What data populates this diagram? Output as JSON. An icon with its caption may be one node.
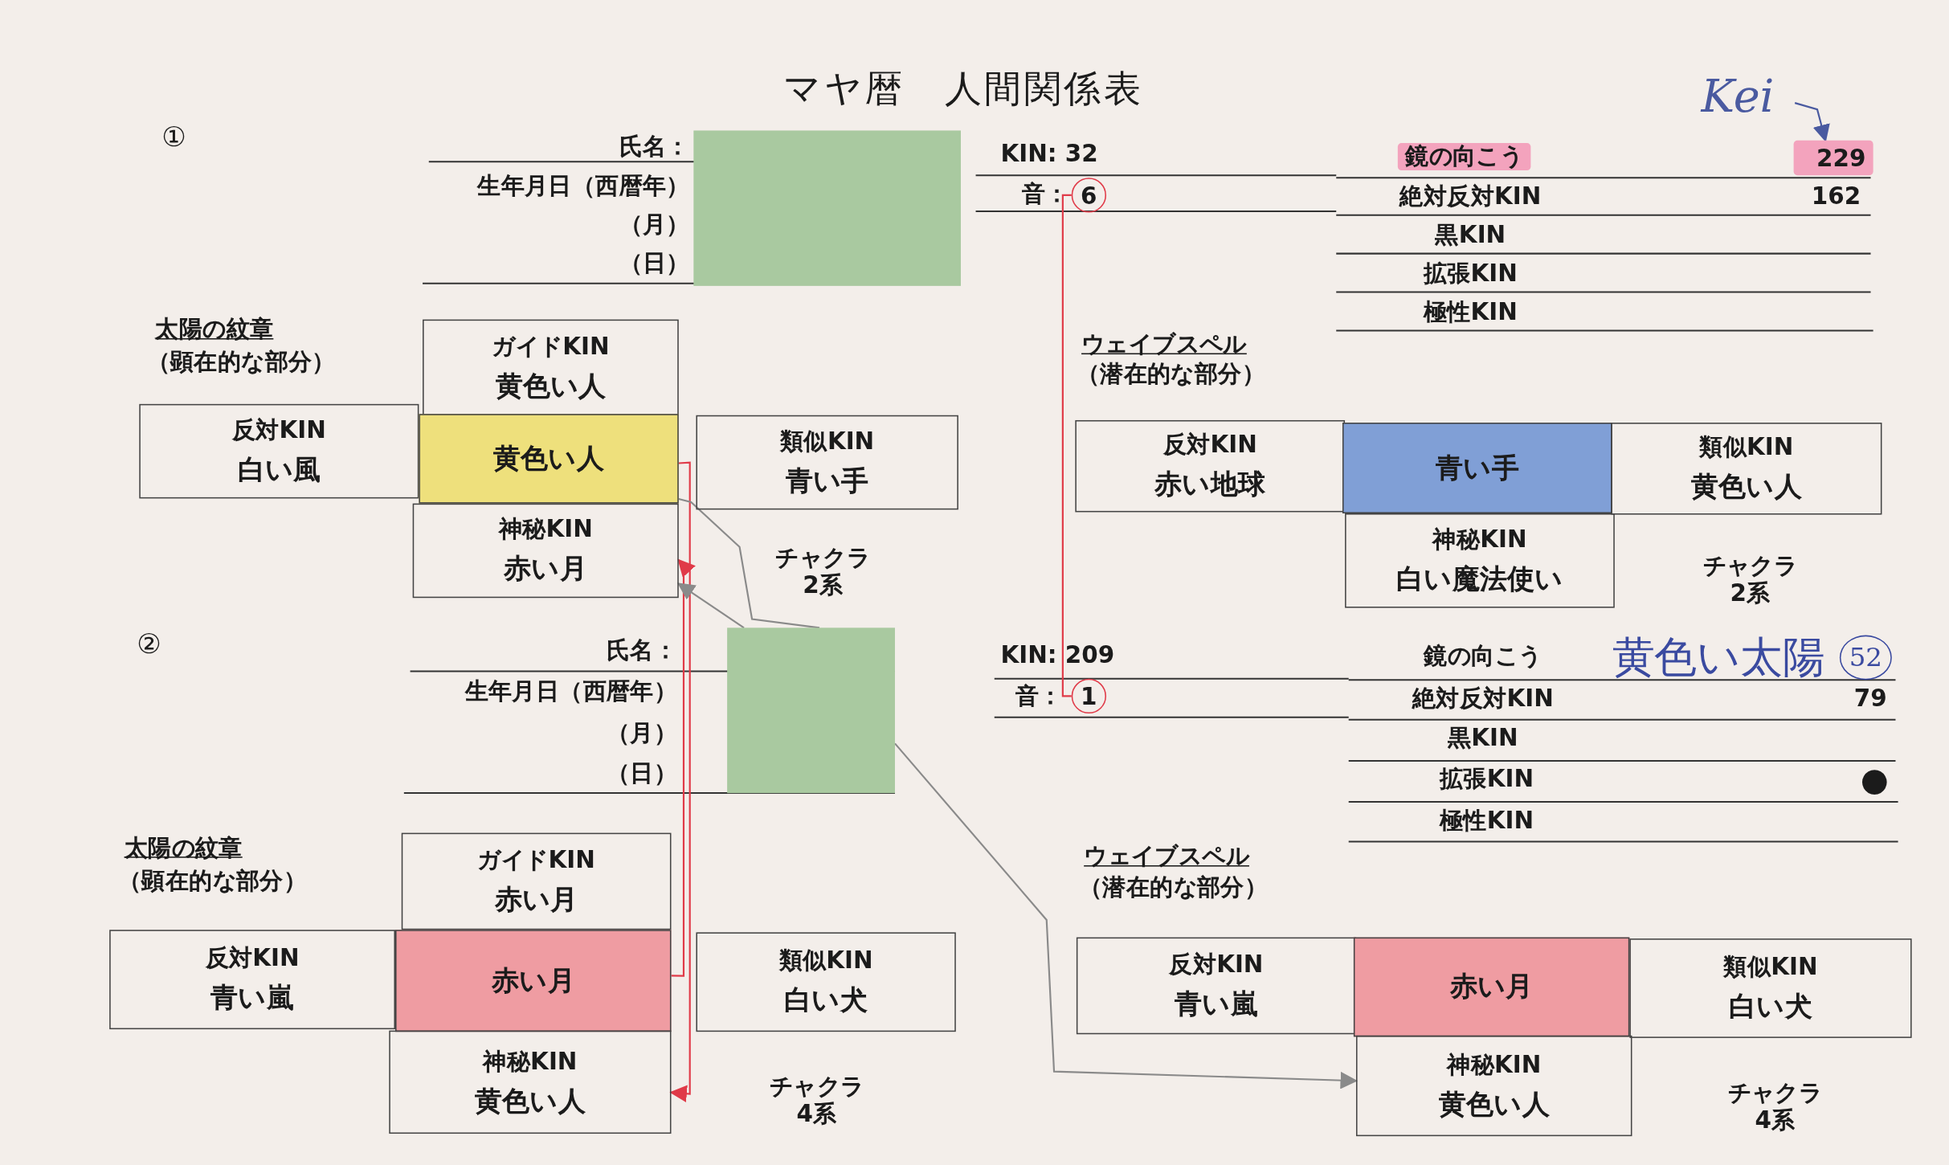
{
  "diagram": {
    "title": "マヤ暦　人間関係表",
    "nodes": [
      {
        "text": [
          "Kei"
        ]
      },
      {
        "text": [],
        "shape": "box"
      },
      {
        "text": [
          "229"
        ]
      },
      {
        "text": [
          "6"
        ]
      },
      {
        "text": [
          "ガイドKIN",
          "黄色い人"
        ]
      },
      {
        "text": [
          "反対KIN",
          "白い風"
        ]
      },
      {
        "text": [
          "黄色い人"
        ]
      },
      {
        "text": [
          "類似KIN",
          "青い手"
        ]
      },
      {
        "text": [
          "神秘KIN",
          "赤い月"
        ]
      },
      {
        "text": [
          "反対KIN",
          "赤い地球"
        ]
      },
      {
        "text": [
          "青い手"
        ]
      },
      {
        "text": [
          "類似KIN",
          "黄色い人"
        ]
      },
      {
        "text": [
          "神秘KIN",
          "白い魔法使い"
        ]
      },
      {
        "text": [],
        "shape": "box"
      },
      {
        "text": [
          "1"
        ]
      },
      {
        "text": [
          "52"
        ],
        "beside": [
          "黄色い太陽"
        ]
      },
      {
        "text": [
          "ガイドKIN",
          "赤い月"
        ]
      },
      {
        "text": [
          "反対KIN",
          "青い嵐"
        ]
      },
      {
        "text": [
          "赤い月"
        ]
      },
      {
        "text": [
          "類似KIN",
          "白い犬"
        ]
      },
      {
        "text": [
          "神秘KIN",
          "黄色い人"
        ]
      },
      {
        "text": [
          "反対KIN",
          "青い嵐"
        ]
      },
      {
        "text": [
          "赤い月"
        ]
      },
      {
        "text": [
          "類似KIN",
          "白い犬"
        ]
      },
      {
        "text": [
          "神秘KIN",
          "黄色い人"
        ]
      }
    ],
    "edges": [
      {
        "from": 0,
        "to": 2,
        "arrow": "to",
        "color": "#4a5aa0"
      },
      {
        "from": 3,
        "to": 14,
        "arrow": "none",
        "color": "#e03a48"
      },
      {
        "from": 6,
        "to": 20,
        "arrow": "to",
        "color": "#e03a48"
      },
      {
        "from": 18,
        "to": 8,
        "arrow": "to",
        "color": "#e03a48"
      },
      {
        "from": 6,
        "to": 13,
        "arrow": "none",
        "color": "#8a8a8a"
      },
      {
        "from": 13,
        "to": 8,
        "arrow": "to",
        "color": "#8a8a8a"
      },
      {
        "from": 13,
        "to": 24,
        "arrow": "to",
        "color": "#8a8a8a"
      }
    ],
    "labels": [
      "①",
      "氏名：",
      "KIN: 32",
      "鏡の向こう",
      "生年月日（西暦年）",
      "音：",
      "絶対反対KIN",
      "162",
      "（月）",
      "黒KIN",
      "（日）",
      "拡張KIN",
      "極性KIN",
      "太陽の紋章",
      "（顕在的な部分）",
      "ウェイブスペル",
      "（潜在的な部分）",
      "チャクラ2系",
      "チャクラ2系",
      "②",
      "氏名：",
      "KIN: 209",
      "鏡の向こう",
      "生年月日（西暦年）",
      "音：",
      "絶対反対KIN",
      "79",
      "（月）",
      "黒KIN",
      "（日）",
      "拡張KIN",
      "●",
      "極性KIN",
      "太陽の紋章",
      "（顕在的な部分）",
      "ウェイブスペル",
      "（潜在的な部分）",
      "チャクラ4系",
      "チャクラ4系"
    ]
  }
}
